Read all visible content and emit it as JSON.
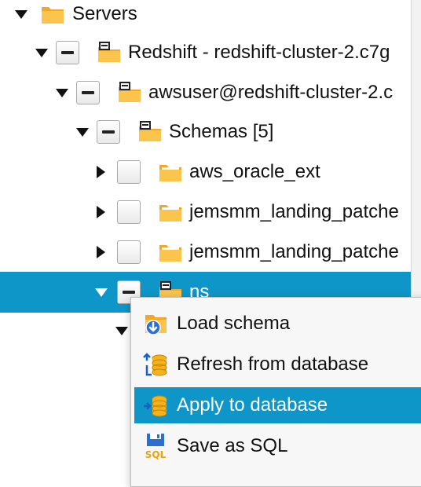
{
  "tree": {
    "nodes": [
      {
        "label": "Servers",
        "expanded": true,
        "icon": "folder-icon"
      },
      {
        "label": "Redshift - redshift-cluster-2.c7g",
        "expanded": true,
        "icon": "server-icon"
      },
      {
        "label": "awsuser@redshift-cluster-2.c",
        "expanded": true,
        "icon": "connection-icon"
      },
      {
        "label": "Schemas [5]",
        "expanded": true,
        "icon": "schemas-icon"
      },
      {
        "label": "aws_oracle_ext",
        "expanded": false,
        "icon": "schema-icon"
      },
      {
        "label": "jemsmm_landing_patche",
        "expanded": false,
        "icon": "schema-icon"
      },
      {
        "label": "jemsmm_landing_patche",
        "expanded": false,
        "icon": "schema-icon"
      },
      {
        "label": "ns",
        "expanded": true,
        "selected": true,
        "icon": "schema-icon"
      }
    ]
  },
  "context_menu": {
    "items": [
      {
        "label": "Load schema",
        "icon": "load-schema-icon"
      },
      {
        "label": "Refresh from database",
        "icon": "refresh-database-icon"
      },
      {
        "label": "Apply to database",
        "icon": "apply-database-icon",
        "highlighted": true
      },
      {
        "label": "Save as SQL",
        "icon": "save-sql-icon"
      }
    ]
  },
  "colors": {
    "selection": "#0f96c8",
    "folder": "#f5a623",
    "folder_light": "#fbc44d",
    "menu_background": "#f7f7f7"
  }
}
